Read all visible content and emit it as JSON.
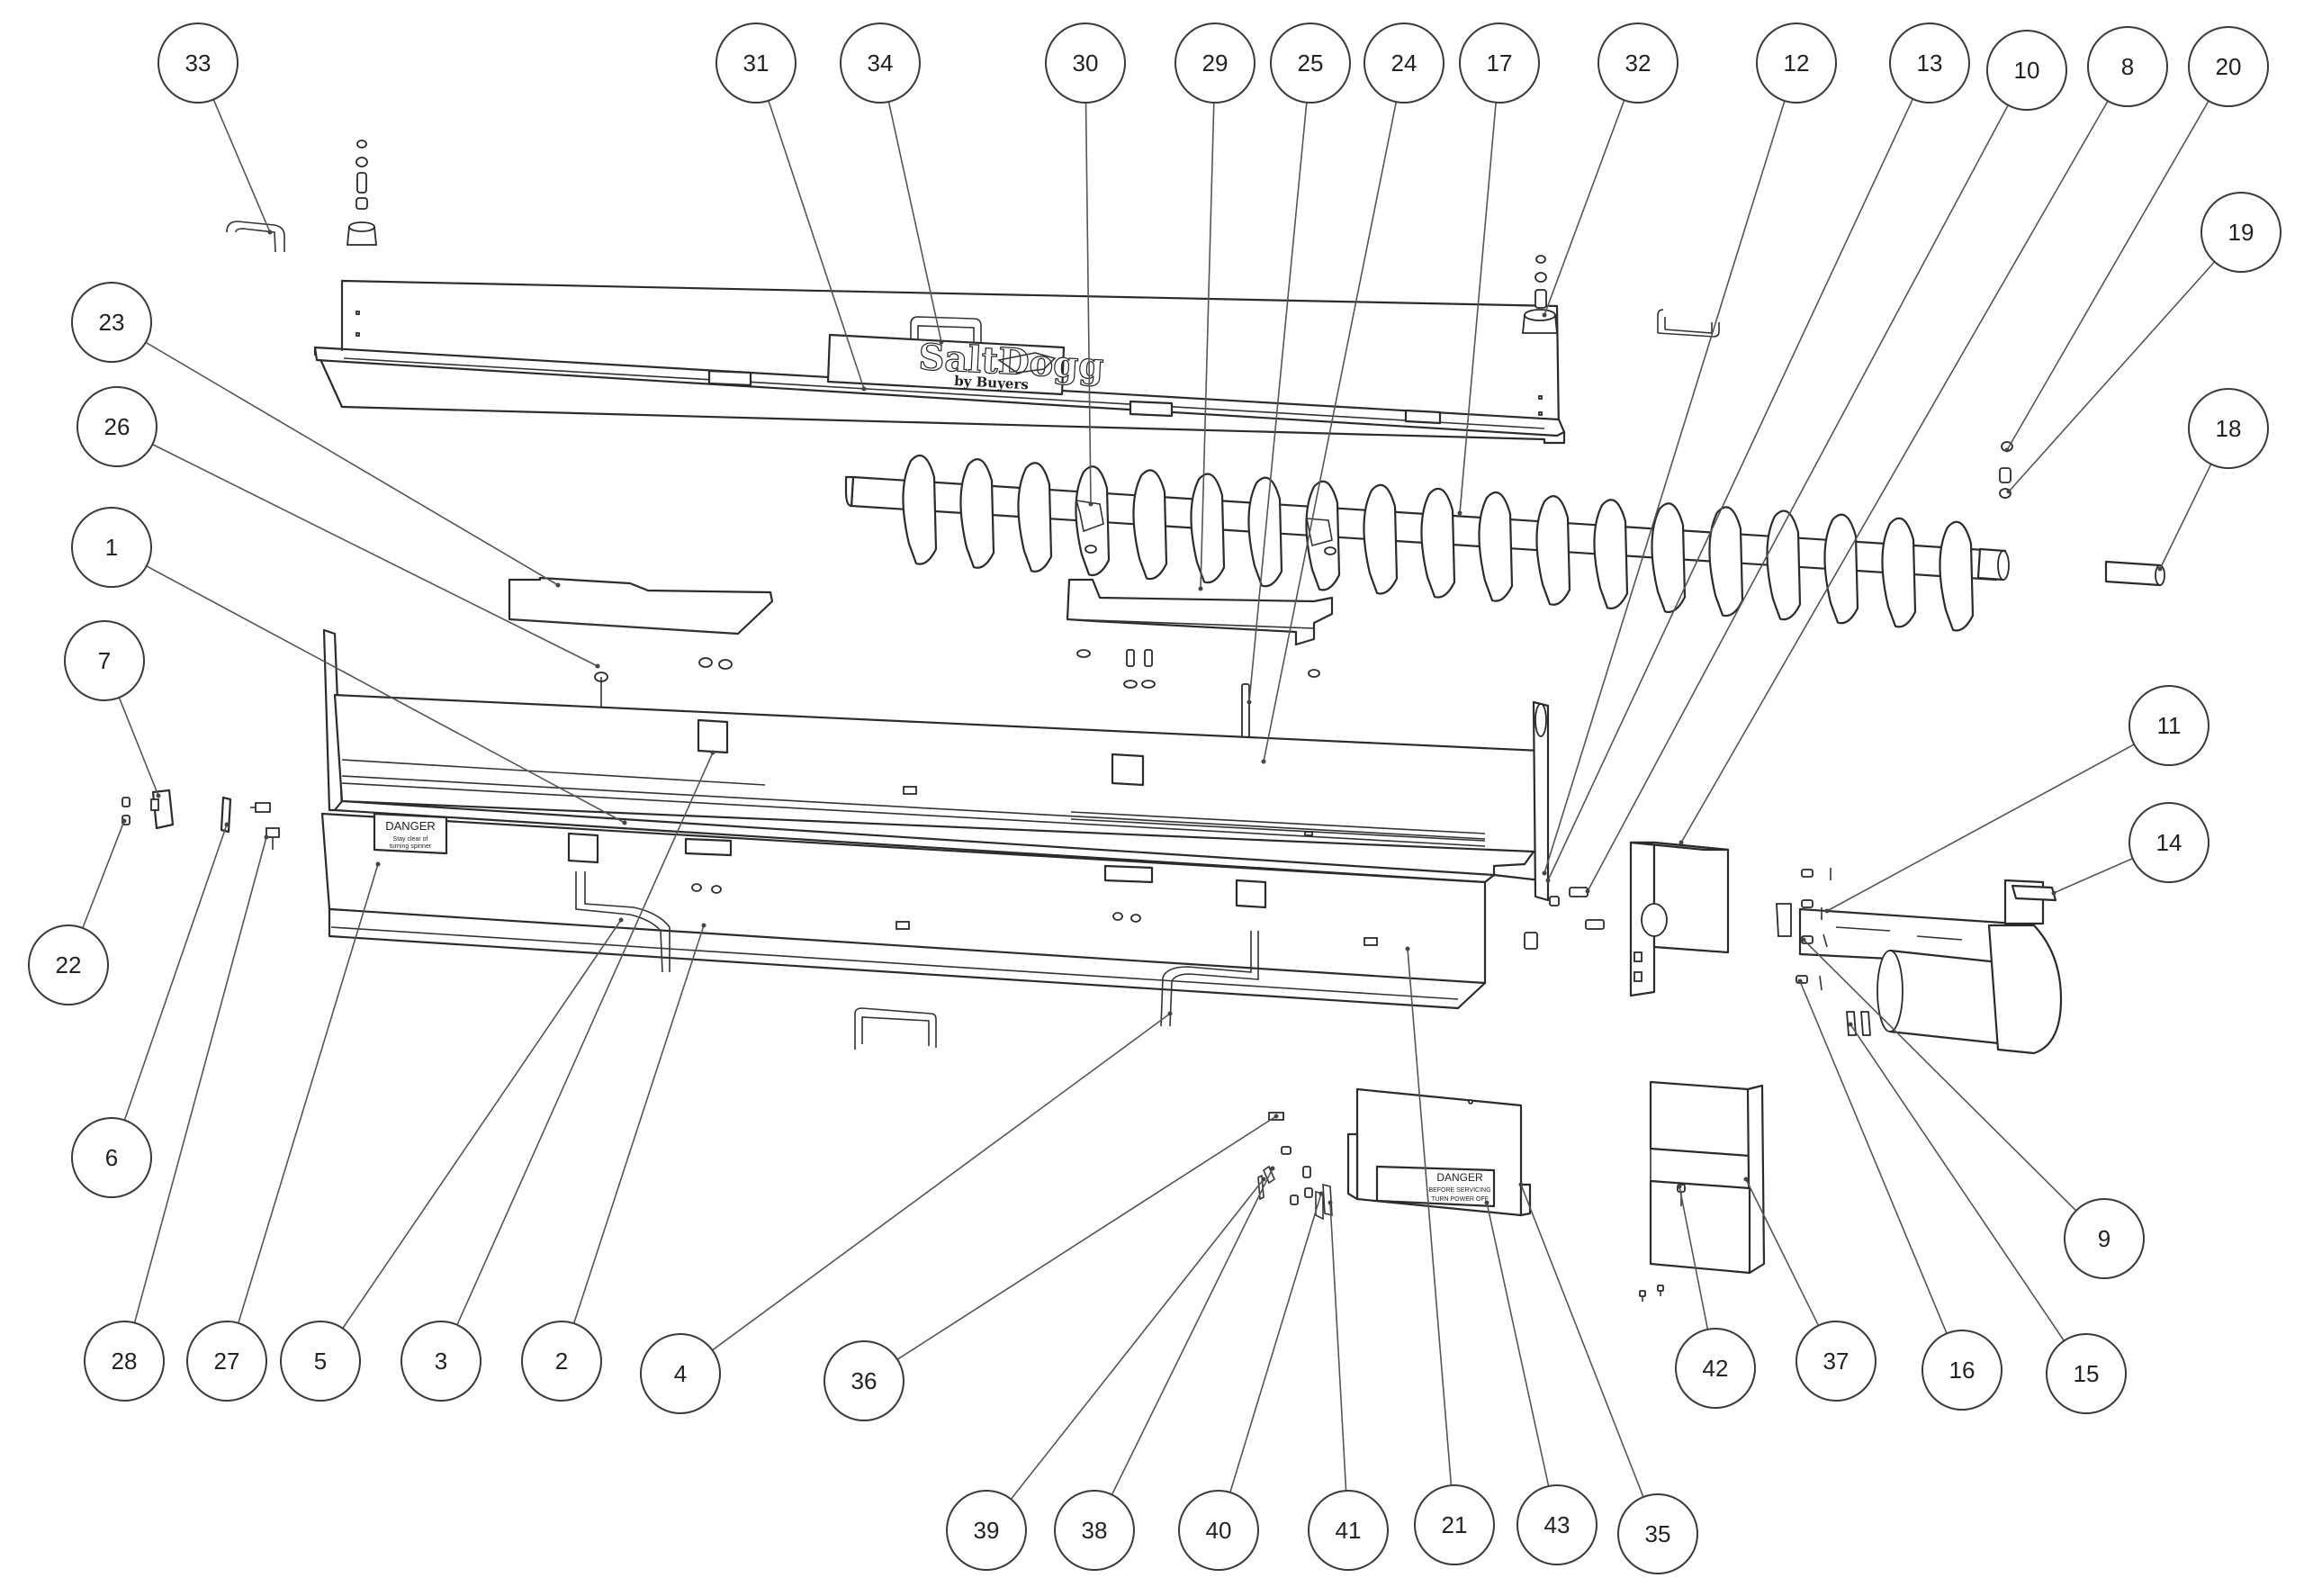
{
  "diagram": {
    "type": "exploded-parts-diagram",
    "decals": {
      "front_danger": {
        "heading": "DANGER",
        "line1": "Stay clear of",
        "line2": "turning spinner"
      },
      "cover_danger": {
        "heading": "DANGER",
        "line1": "BEFORE SERVICING",
        "line2": "TURN POWER OFF"
      },
      "logo": {
        "brand": "SaltDogg",
        "sub": "by Buyers"
      }
    },
    "callouts": [
      {
        "id": "c33",
        "label": "33"
      },
      {
        "id": "c31",
        "label": "31"
      },
      {
        "id": "c34",
        "label": "34"
      },
      {
        "id": "c30",
        "label": "30"
      },
      {
        "id": "c29",
        "label": "29"
      },
      {
        "id": "c25",
        "label": "25"
      },
      {
        "id": "c24",
        "label": "24"
      },
      {
        "id": "c17",
        "label": "17"
      },
      {
        "id": "c32",
        "label": "32"
      },
      {
        "id": "c12",
        "label": "12"
      },
      {
        "id": "c13",
        "label": "13"
      },
      {
        "id": "c10",
        "label": "10"
      },
      {
        "id": "c8",
        "label": "8"
      },
      {
        "id": "c20",
        "label": "20"
      },
      {
        "id": "c19",
        "label": "19"
      },
      {
        "id": "c18",
        "label": "18"
      },
      {
        "id": "c23",
        "label": "23"
      },
      {
        "id": "c26",
        "label": "26"
      },
      {
        "id": "c1",
        "label": "1"
      },
      {
        "id": "c7",
        "label": "7"
      },
      {
        "id": "c22",
        "label": "22"
      },
      {
        "id": "c11",
        "label": "11"
      },
      {
        "id": "c14",
        "label": "14"
      },
      {
        "id": "c6",
        "label": "6"
      },
      {
        "id": "c9",
        "label": "9"
      },
      {
        "id": "c28",
        "label": "28"
      },
      {
        "id": "c27",
        "label": "27"
      },
      {
        "id": "c5",
        "label": "5"
      },
      {
        "id": "c3",
        "label": "3"
      },
      {
        "id": "c2",
        "label": "2"
      },
      {
        "id": "c4",
        "label": "4"
      },
      {
        "id": "c36",
        "label": "36"
      },
      {
        "id": "c42",
        "label": "42"
      },
      {
        "id": "c37",
        "label": "37"
      },
      {
        "id": "c16",
        "label": "16"
      },
      {
        "id": "c15",
        "label": "15"
      },
      {
        "id": "c39",
        "label": "39"
      },
      {
        "id": "c38",
        "label": "38"
      },
      {
        "id": "c40",
        "label": "40"
      },
      {
        "id": "c41",
        "label": "41"
      },
      {
        "id": "c21",
        "label": "21"
      },
      {
        "id": "c43",
        "label": "43"
      },
      {
        "id": "c35",
        "label": "35"
      }
    ]
  }
}
